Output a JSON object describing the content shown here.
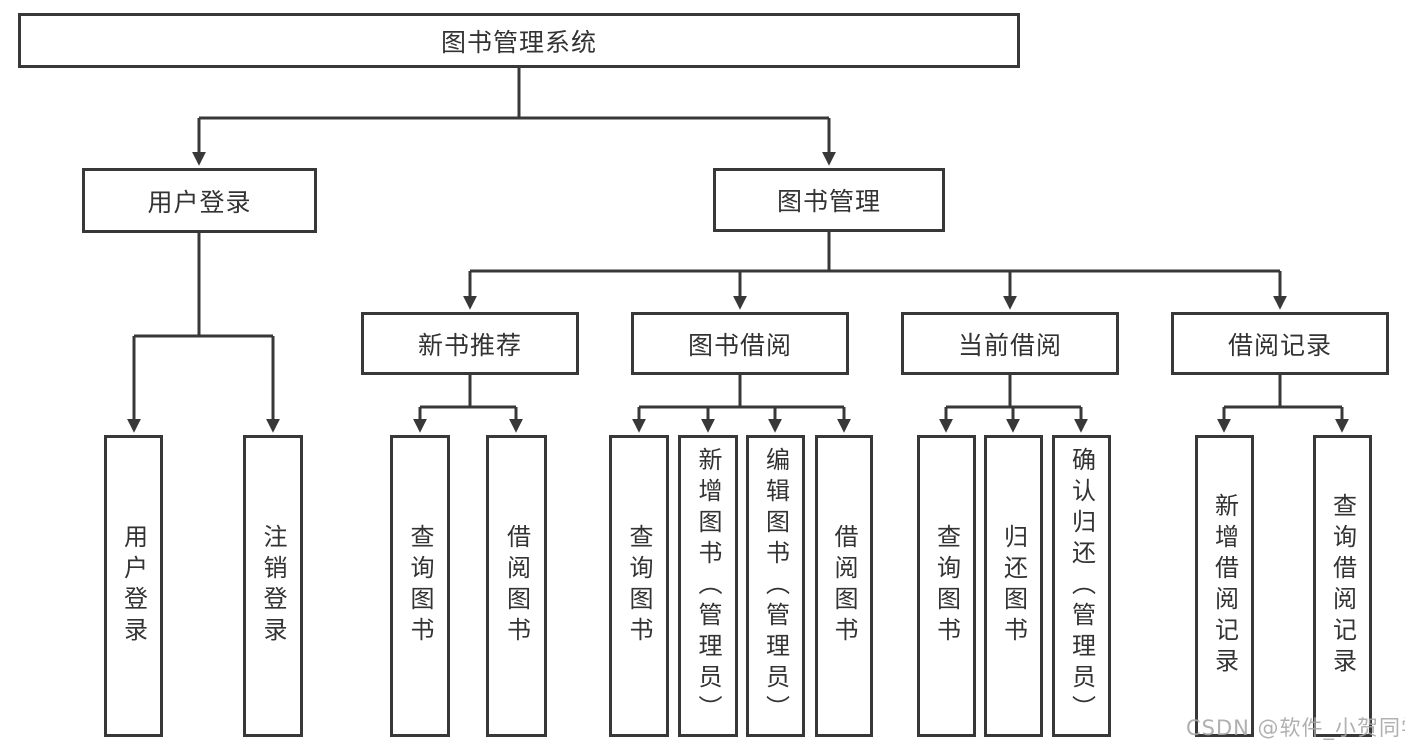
{
  "tree": {
    "root": "图书管理系统",
    "branches": [
      {
        "label": "用户登录",
        "children": [
          "用户登录",
          "注销登录"
        ]
      },
      {
        "label": "图书管理",
        "children": [
          {
            "label": "新书推荐",
            "children": [
              "查询图书",
              "借阅图书"
            ]
          },
          {
            "label": "图书借阅",
            "children": [
              "查询图书",
              "新增图书（管理员）",
              "编辑图书（管理员）",
              "借阅图书"
            ]
          },
          {
            "label": "当前借阅",
            "children": [
              "查询图书",
              "归还图书",
              "确认归还（管理员）"
            ]
          },
          {
            "label": "借阅记录",
            "children": [
              "新增借阅记录",
              "查询借阅记录"
            ]
          }
        ]
      }
    ]
  },
  "watermark": "CSDN @软件_小贺同学",
  "colors": {
    "line": "#383838",
    "text": "#333333",
    "background": "#ffffff",
    "watermark": "#a8a8a8"
  }
}
